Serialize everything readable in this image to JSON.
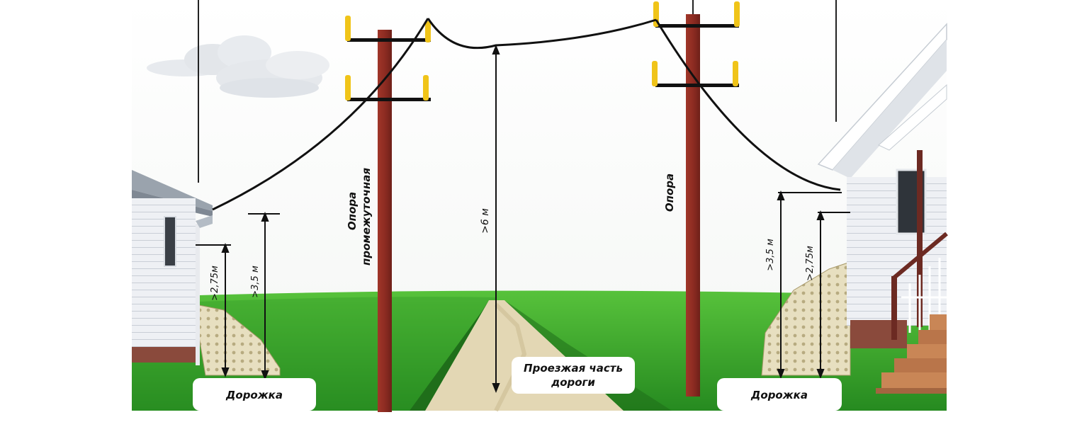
{
  "labels": {
    "intermediate_pole_line1": "Опора",
    "intermediate_pole_line2": "промежуточная",
    "pole": "Опора",
    "span_height": ">6 м",
    "left_entry_height": ">3,5 м",
    "left_wall_height": ">2,75м",
    "right_entry_height": ">3,5 м",
    "right_wall_height": ">2,75м",
    "road_line1": "Проезжая часть",
    "road_line2": "дороги",
    "path_left": "Дорожка",
    "path_right": "Дорожка"
  },
  "colors": {
    "pole": "#8e2c22",
    "insulator": "#f0c419",
    "wire": "#111111",
    "grass": "#2f9a26",
    "grass_light": "#57c23b",
    "road": "#e3d7b4",
    "house_siding": "#eef0f4",
    "roof": "#9aa3ad",
    "brick": "#8a4a3c",
    "label_box": "#ffffff"
  }
}
